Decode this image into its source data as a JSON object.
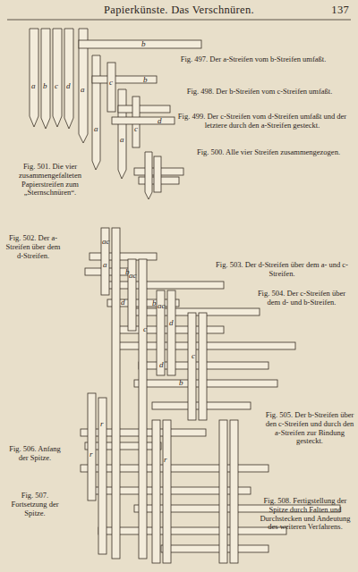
{
  "diagram": {
    "title": "Papierkünste. Das Verschnüren.",
    "labels": [
      "137",
      "Fig. 497. Der a-Streifen vom b-Streifen umfaßt.",
      "Fig. 498. Der b-Streifen vom c-Streifen umfaßt.",
      "Fig. 499. Der c-Streifen vom d-Streifen umfaßt und der letztere durch den a-Streifen gesteckt.",
      "Fig. 500. Alle vier Streifen zusammengezogen.",
      "Fig. 501. Die vier zusammengefalteten Papierstreifen zum „Sternschnüren“.",
      "Fig. 502. Der a-Streifen über dem d-Streifen.",
      "Fig. 503. Der d-Streifen über dem a- und c-Streifen.",
      "Fig. 504. Der c-Streifen über dem d- und b-Streifen.",
      "Fig. 505. Der b-Streifen über den c-Streifen und durch den a-Streifen zur Bindung gesteckt.",
      "Fig. 506. Anfang der Spitze.",
      "Fig. 507. Fortsetzung der Spitze.",
      "Fig. 508. Fertigstellung der Spitze durch Falten und Durchstecken und Andeutung des weiteren Verfahrens.",
      "a",
      "b",
      "c",
      "d",
      "a",
      "b",
      "a",
      "c",
      "b",
      "a",
      "c",
      "d",
      "ac",
      "a",
      "b",
      "ac",
      "d",
      "b",
      "ac",
      "c",
      "d",
      "d",
      "b",
      "c",
      "r",
      "r",
      "r"
    ]
  }
}
